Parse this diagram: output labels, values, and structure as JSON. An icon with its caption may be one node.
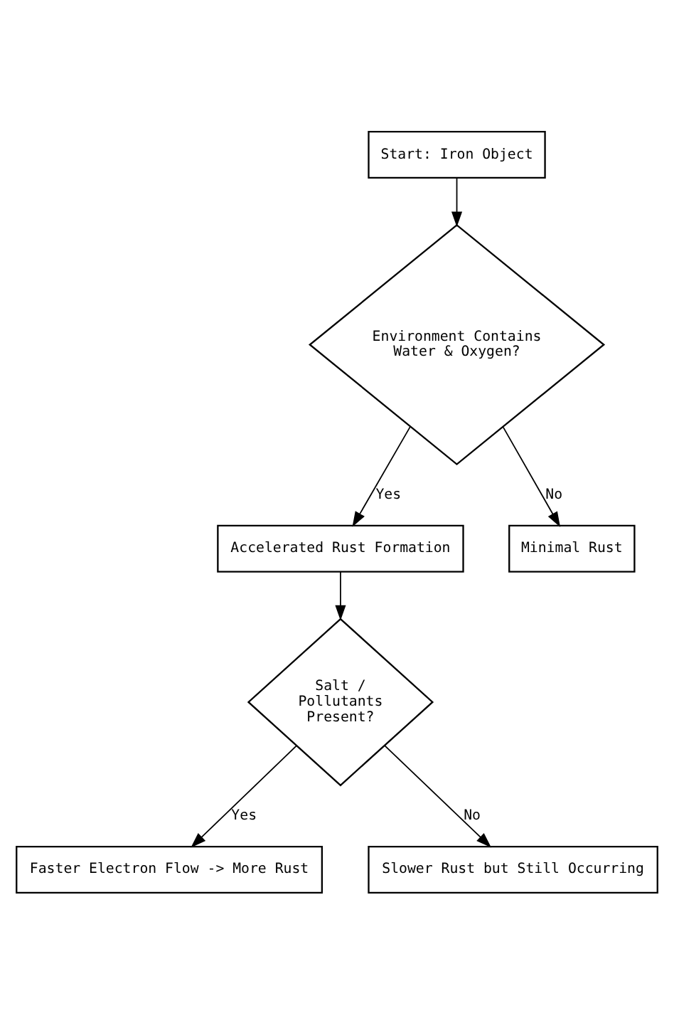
{
  "diagram": {
    "nodes": [
      {
        "text": [
          "Start: Iron Object"
        ]
      },
      {
        "text": [
          "Environment Contains Water & Oxygen?"
        ]
      },
      {
        "text": [
          "Accelerated Rust Formation"
        ]
      },
      {
        "text": [
          "Minimal Rust"
        ]
      },
      {
        "text": [
          "Salt / Pollutants Present?"
        ]
      },
      {
        "text": [
          "Faster Electron Flow -> More Rust"
        ]
      },
      {
        "text": [
          "Slower Rust but Still Occurring"
        ]
      }
    ],
    "edges": [
      {
        "from": 0,
        "to": 1,
        "arrow": "to"
      },
      {
        "from": 1,
        "to": 2,
        "arrow": "to",
        "label": "Yes"
      },
      {
        "from": 1,
        "to": 3,
        "arrow": "to",
        "label": "No"
      },
      {
        "from": 2,
        "to": 4,
        "arrow": "to"
      },
      {
        "from": 4,
        "to": 5,
        "arrow": "to",
        "label": "Yes"
      },
      {
        "from": 4,
        "to": 6,
        "arrow": "to",
        "label": "No"
      }
    ]
  }
}
